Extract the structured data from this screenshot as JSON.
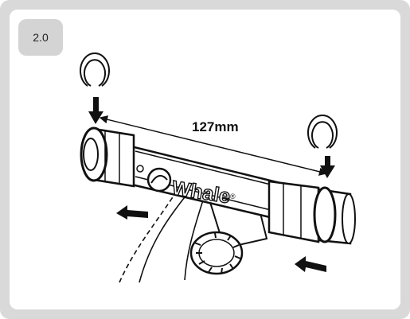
{
  "step": {
    "label": "2.0"
  },
  "diagram": {
    "dimension_label": "127mm",
    "brand_name": "Whale",
    "brand_mark": "®"
  },
  "colors": {
    "frame": "#d9d9d9",
    "badge": "#d4d4d4",
    "ink": "#111111"
  }
}
